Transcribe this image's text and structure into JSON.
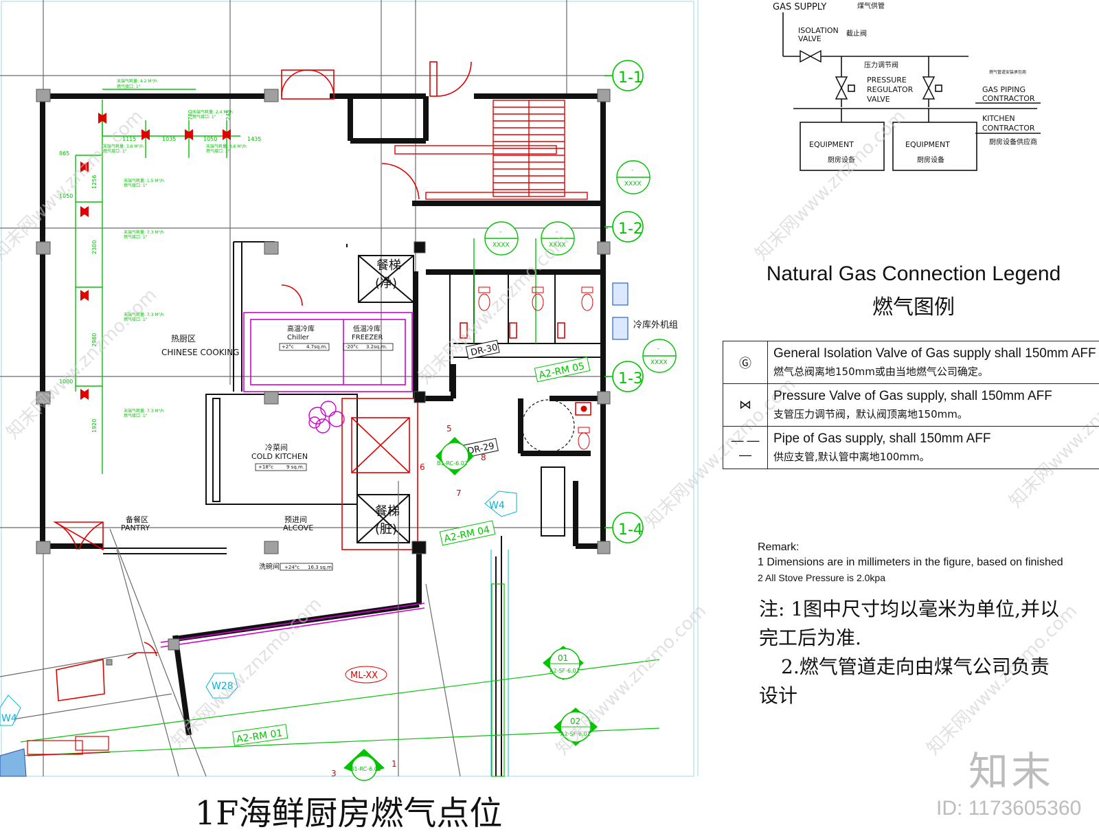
{
  "drawing": {
    "title": "1F海鲜厨房燃气点位",
    "rooms": {
      "hot_cn": "热厨区",
      "hot_en": "CHINESE COOKING",
      "chiller_cn": "高温冷库",
      "chiller_en": "Chiller",
      "chiller_temp": "+2°c",
      "chiller_area": "4.7sq.m.",
      "freezer_cn": "低温冷库",
      "freezer_en": "FREEZER",
      "freezer_temp": "-20°c",
      "freezer_area": "3.2sq.m.",
      "cold_cn": "冷菜间",
      "cold_en": "COLD KITCHEN",
      "cold_temp": "+18°c",
      "cold_area": "9 sq.m.",
      "pantry_cn": "备餐区",
      "pantry_en": "PANTRY",
      "alcove_cn": "预进间",
      "alcove_en": "ALCOVE",
      "wash_cn": "洗碗间",
      "wash_temp": "+24°c",
      "wash_area": "16.3 sq.m.",
      "lift_clean_1": "餐梯",
      "lift_clean_2": "(净)",
      "lift_dirty_1": "餐梯",
      "lift_dirty_2": "(脏)",
      "condenser": "冷库外机组"
    },
    "grid_bubbles": [
      "1-1",
      "1-2",
      "1-3",
      "1-4"
    ],
    "tags": {
      "dr30": "DR-30",
      "dr29": "DR-29",
      "rm05": "A2-RM 05",
      "rm04": "A2-RM 04",
      "rm01": "A2-RM 01",
      "w4a": "W4",
      "w4b": "W4",
      "w28": "W28",
      "mlxx": "ML-XX",
      "xxxx": "XXXX",
      "dash": "-",
      "sf01_num": "01",
      "sf01_ref": "A2-SF-6.01",
      "sf02_num": "02",
      "sf02_ref": "A2-SF-6.01",
      "rc_ref": "B1-RC-6.02",
      "rc2_ref": "B1-RC-6.01",
      "n5": "5",
      "n6": "6",
      "n7": "7",
      "n8": "8",
      "n1": "1",
      "n3": "3"
    },
    "dims": [
      "865",
      "1115",
      "1035",
      "1050",
      "1435",
      "1050",
      "1000",
      "1256",
      "2300",
      "2980",
      "1920",
      "780",
      "245"
    ]
  },
  "schematic": {
    "gas_supply_en": "GAS SUPPLY",
    "gas_supply_cn": "煤气供管",
    "isolation_en_1": "ISOLATION",
    "isolation_en_2": "VALVE",
    "isolation_cn": "截止阀",
    "regulator_cn": "压力调节阀",
    "regulator_en_1": "PRESSURE",
    "regulator_en_2": "REGULATOR",
    "regulator_en_3": "VALVE",
    "contractor_cn": "燃气管道安装承包商",
    "gas_contractor_en_1": "GAS PIPING",
    "gas_contractor_en_2": "CONTRACTOR",
    "kitchen_contractor_en_1": "KITCHEN",
    "kitchen_contractor_en_2": "CONTRACTOR",
    "kitchen_contractor_cn": "厨房设备供应商",
    "equipment_en": "EQUIPMENT",
    "equipment_cn": "厨房设备"
  },
  "legend": {
    "title_en": "Natural Gas Connection Legend",
    "title_cn": "燃气图例",
    "rows": [
      {
        "symbol": "Ⓖ",
        "en": "General Isolation Valve of Gas supply shall 150mm AFF",
        "cn": "燃气总阀离地150mm或由当地燃气公司确定。"
      },
      {
        "symbol": "⋈",
        "en": "Pressure Valve of Gas supply, shall 150mm AFF",
        "cn": "支管压力调节阀，默认阀顶离地150mm。"
      },
      {
        "symbol": "— — —",
        "en": "Pipe of Gas supply, shall 150mm AFF",
        "cn": "供应支管,默认管中离地100mm。"
      }
    ]
  },
  "remark": {
    "title": "Remark:",
    "line1": "1 Dimensions are in millimeters in the figure, based on finished",
    "line2": "2 All Stove Pressure is 2.0kpa"
  },
  "note": {
    "line1": "注: 1图中尺寸均以毫米为单位,并以",
    "line2": "完工后为准.",
    "line3": "2.燃气管道走向由煤气公司负责",
    "line4": "设计"
  },
  "watermark": {
    "brand": "知末",
    "id": "ID: 1173605360",
    "site": "知末网www.znzmo.com"
  },
  "colors": {
    "wall": "#111111",
    "gas_green": "#00c400",
    "red": "#e00000",
    "magenta": "#d200d2",
    "cyan": "#00b4d8",
    "column": "#a0a0a0",
    "grid": "#6a6a6a"
  }
}
